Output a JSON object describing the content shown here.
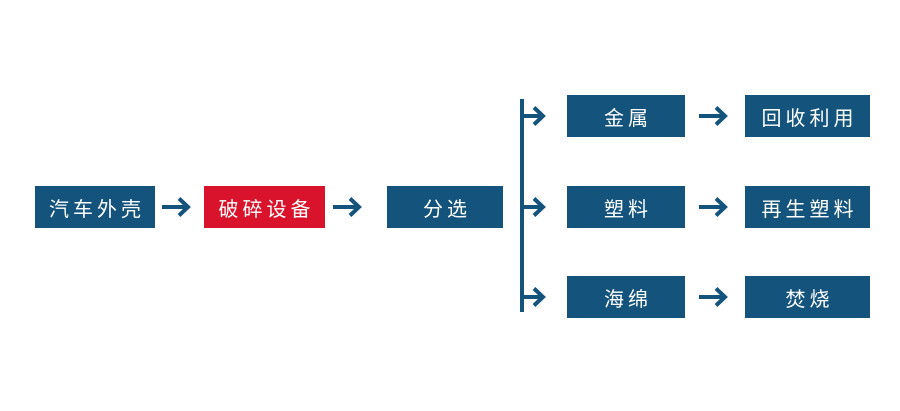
{
  "diagram": {
    "description": "Automobile shell recycling process flowchart",
    "colors": {
      "primary_blue": "#14547c",
      "accent_red": "#d9132b",
      "background": "#ffffff"
    },
    "icons": {
      "flow_arrow_icon": "→"
    },
    "nodes": {
      "source": "汽车外壳",
      "crusher": "破碎设备",
      "sorting": "分选",
      "branches": [
        {
          "material": "金属",
          "outcome": "回收利用"
        },
        {
          "material": "塑料",
          "outcome": "再生塑料"
        },
        {
          "material": "海绵",
          "outcome": "焚烧"
        }
      ]
    }
  }
}
